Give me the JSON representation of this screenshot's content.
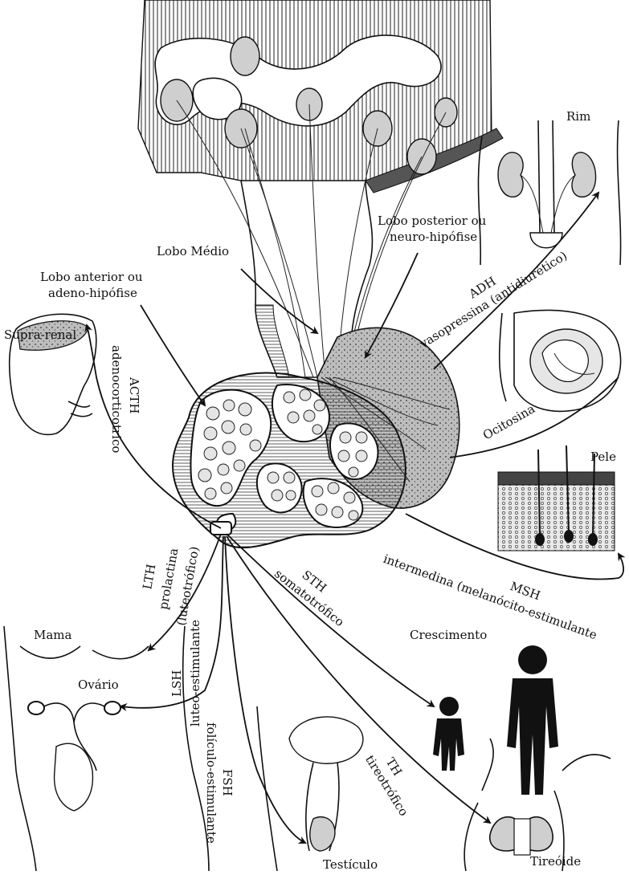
{
  "labels": {
    "rim": "Rim",
    "lobo_posterior_1": "Lobo posterior ou",
    "lobo_posterior_2": "neuro-hipófise",
    "lobo_medio": "Lobo Médio",
    "lobo_anterior_1": "Lobo anterior ou",
    "lobo_anterior_2": "adeno-hipófise",
    "supra_renal": "Supra-renal",
    "adh_1": "ADH",
    "adh_2": "vasopressina (antidiurético)",
    "acth_1": "ACTH",
    "acth_2": "adenocorticotrico",
    "ocitosina": "Ocitosina",
    "pele": "Pele",
    "lth_1": "LTH",
    "lth_2": "prolactina",
    "lth_3": "(luteotrófico)",
    "msh_1": "MSH",
    "msh_2": "intermedina (melanócito-estimulante",
    "sth_1": "STH",
    "sth_2": "somatotrófico",
    "mama": "Mama",
    "crescimento": "Crescimento",
    "lsh_1": "LSH",
    "lsh_2": "luteo-estimulante",
    "ovario": "Ovário",
    "fsh_1": "FSH",
    "fsh_2": "folículo-estimulante",
    "th_1": "TH",
    "th_2": "tireotrófico",
    "testiculo": "Testículo",
    "tireoide": "Tireóide"
  }
}
